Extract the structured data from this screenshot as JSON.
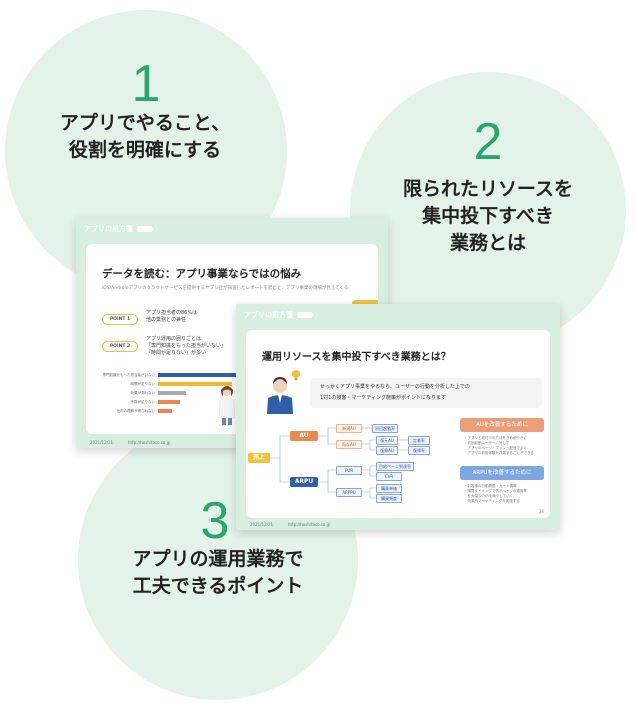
{
  "sections": [
    {
      "number": "1",
      "lines": [
        "アプリでやること、",
        "役割を明確にする"
      ]
    },
    {
      "number": "2",
      "lines": [
        "限られたリソースを",
        "集中投下すべき",
        "業務とは"
      ]
    },
    {
      "number": "3",
      "lines": [
        "アプリの運用業務で",
        "工夫できるポイント"
      ]
    }
  ],
  "slide1": {
    "header": "アプリの処方箋",
    "title": "データを読む：アプリ事業ならではの悩み",
    "subtitle": "iOS/Androidアプリのクラウドサービスを提供するヤプリ社が調査したレポートを読むと、アプリ事業の現場が見えてくる",
    "points": [
      {
        "label": "POINT 1",
        "lines": [
          "アプリ担当者の86%は",
          "他の業務との兼任"
        ]
      },
      {
        "label": "POINT 2",
        "lines": [
          "アプリ運用の困りごとは",
          "「専門知識をもった担当がいない」",
          "「時間が足りない」が多い"
        ]
      }
    ],
    "bars": [
      {
        "label": "専門知識をもった担当者がいない",
        "value": 0.82,
        "color": "#2f5fa8"
      },
      {
        "label": "時間が足りない",
        "value": 0.74,
        "color": "#f2b83a"
      },
      {
        "label": "効果が測れない",
        "value": 0.28,
        "color": "#a9a9a9"
      },
      {
        "label": "予算が足りない",
        "value": 0.22,
        "color": "#e28a52"
      },
      {
        "label": "社内の理解が得られない",
        "value": 0.14,
        "color": "#e28a52"
      }
    ],
    "footer_date": "2021/12/21",
    "footer_url": "http://hoshitaso.co.jp"
  },
  "slide2": {
    "header": "アプリの処方箋",
    "title": "運用リソースを集中投下すべき業務とは？",
    "bubble_lines": [
      "せっかくアプリ事業をやるなら、ユーザーの行動を分析した上での",
      "1対1の接客・マーケティング施策がポイントになります"
    ],
    "tree": {
      "root": "売上",
      "branch_au": "AU",
      "branch_arpu": "ARPU",
      "au_children": [
        "新規AU",
        "既存AU"
      ],
      "au_grandchildren": [
        "初回起動率",
        "復元AU",
        "復帰AU"
      ],
      "au_leaves": [
        "定着率",
        "復帰率"
      ],
      "arpu_children": [
        "PUR",
        "ARPPU"
      ],
      "arpu_grandchildren": [
        "目的ページ到達率",
        "CVR",
        "購買単価",
        "購買頻度"
      ]
    },
    "right_boxes": [
      {
        "label": "AUを改善するために",
        "color": "#e9a07a",
        "lines": [
          "・アプリと紐付けの方法をきめ細やかに",
          "・初回起動ユーザーに対して",
          "　アプリのページ・プッシュ配信でよく",
          "　アプリの利用体験を改善することができる"
        ]
      },
      {
        "label": "ARPUを改善するために",
        "color": "#7ea7e0",
        "lines": [
          "・お客様の行動履歴・カート情報",
          "・購買タイミングで表示ページの適用率",
          "　を大幅なCVRを増やしていく",
          "　効果的マーケティングを実施する"
        ]
      }
    ],
    "page_number": "36",
    "footer_date": "2021/12/21",
    "footer_url": "http://hoshitaso.co.jp"
  }
}
